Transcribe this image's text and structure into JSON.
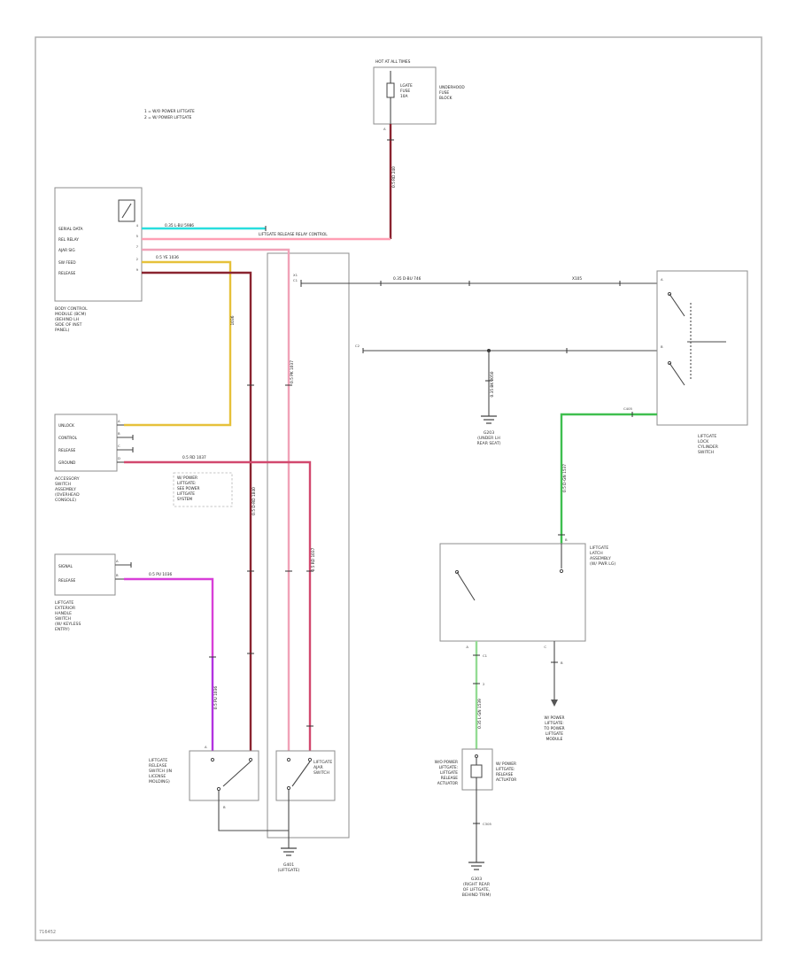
{
  "legend": {
    "line1": "1 = W/O POWER LIFTGATE",
    "line2": "2 = W/ POWER LIFTGATE"
  },
  "fuse_block": {
    "hot": "HOT AT ALL TIMES",
    "fuse": [
      "LGATE",
      "FUSE",
      "10A"
    ],
    "name": [
      "UNDERHOOD",
      "FUSE",
      "BLOCK"
    ],
    "pin": "A",
    "wire": "0.5 RD 240"
  },
  "bcm": {
    "rows": [
      "SERIAL DATA",
      "REL RELAY",
      "AJAR SIG",
      "SW FEED",
      "RELEASE"
    ],
    "pins": [
      "4",
      "5",
      "7",
      "2",
      "9"
    ],
    "label": [
      "BODY CONTROL",
      "MODULE (BCM)",
      "(BEHIND LH",
      "SIDE OF INST",
      "PANEL)"
    ]
  },
  "wires": {
    "cyan": "0.35 L-BU 5986",
    "pink_feed": "LIFTGATE RELEASE RELAY CONTROL",
    "pink_v": "0.5 PK 1037",
    "yellow": "0.5 YE 1036",
    "yellow_v": "1036",
    "crimson_h": "0.5 RD 1037",
    "crimson_v": "0.5 RD 1037",
    "maroon_v": "0.5 D-RD 1840",
    "magenta_h": "0.5 PU 1036",
    "magenta_v": "0.5 PU 1036",
    "green_v": "0.5 D-GN 1537",
    "lgreen_v": "0.35 L-GN 1539",
    "ground_drop": "0.35 BK 2050",
    "bus1_mid": "0.35 D-BU 746",
    "bus1_right": "X105",
    "bus1_end1": "X1",
    "bus1_end2": "C1",
    "bus2_end": "C2"
  },
  "box1": {
    "rows": [
      "UNLOCK",
      "CONTROL",
      "RELEASE",
      "GROUND"
    ],
    "pins": [
      "A",
      "B",
      "C",
      "D"
    ],
    "label": [
      "ACCESSORY",
      "SWITCH",
      "ASSEMBLY",
      "(OVERHEAD",
      "CONSOLE)"
    ]
  },
  "note": {
    "lines": [
      "W/ POWER",
      "LIFTGATE:",
      "SEE POWER",
      "LIFTGATE",
      "SYSTEM"
    ]
  },
  "box3": {
    "rows": [
      "SIGNAL",
      "RELEASE"
    ],
    "pins": [
      "A",
      "B"
    ],
    "label": [
      "LIFTGATE",
      "EXTERIOR",
      "HANDLE",
      "SWITCH",
      "(W/ KEYLESS",
      "ENTRY)"
    ]
  },
  "lock_cyl": {
    "label": [
      "LIFTGATE",
      "LOCK",
      "CYLINDER",
      "SWITCH"
    ],
    "pin_top": "A",
    "pin_bottom": "B"
  },
  "latch": {
    "label": [
      "LIFTGATE",
      "LATCH",
      "ASSEMBLY",
      "(W/ PWR LG)"
    ],
    "pin_top": "B",
    "pin_a": "A",
    "pin_c": "C",
    "tick1": "C1",
    "tick2": "2",
    "branch_tick": "B",
    "green_tick": "C405"
  },
  "actuator": {
    "left": [
      "W/O POWER",
      "LIFTGATE:",
      "LIFTGATE",
      "RELEASE",
      "ACTUATOR"
    ],
    "right": [
      "W/ POWER",
      "LIFTGATE:",
      "RELEASE",
      "ACTUATOR"
    ],
    "tick": "C305"
  },
  "pl_module": {
    "lines": [
      "W/ POWER",
      "LIFTGATE:",
      "TO POWER",
      "LIFTGATE",
      "MODULE"
    ]
  },
  "switch_left": {
    "label": [
      "LIFTGATE",
      "RELEASE",
      "SWITCH (IN",
      "LICENSE",
      "MOLDING)"
    ],
    "pin_a": "A",
    "pin_b": "B"
  },
  "switch_right": {
    "label": [
      "LIFTGATE",
      "AJAR",
      "SWITCH"
    ]
  },
  "grounds": {
    "g1": [
      "G203",
      "(UNDER LH",
      "REAR SEAT)"
    ],
    "g2": [
      "G401",
      "(LIFTGATE)"
    ],
    "g3": [
      "G303",
      "(RIGHT REAR",
      "OF LIFTGATE,",
      "BEHIND TRIM)"
    ]
  },
  "corner": "716452"
}
